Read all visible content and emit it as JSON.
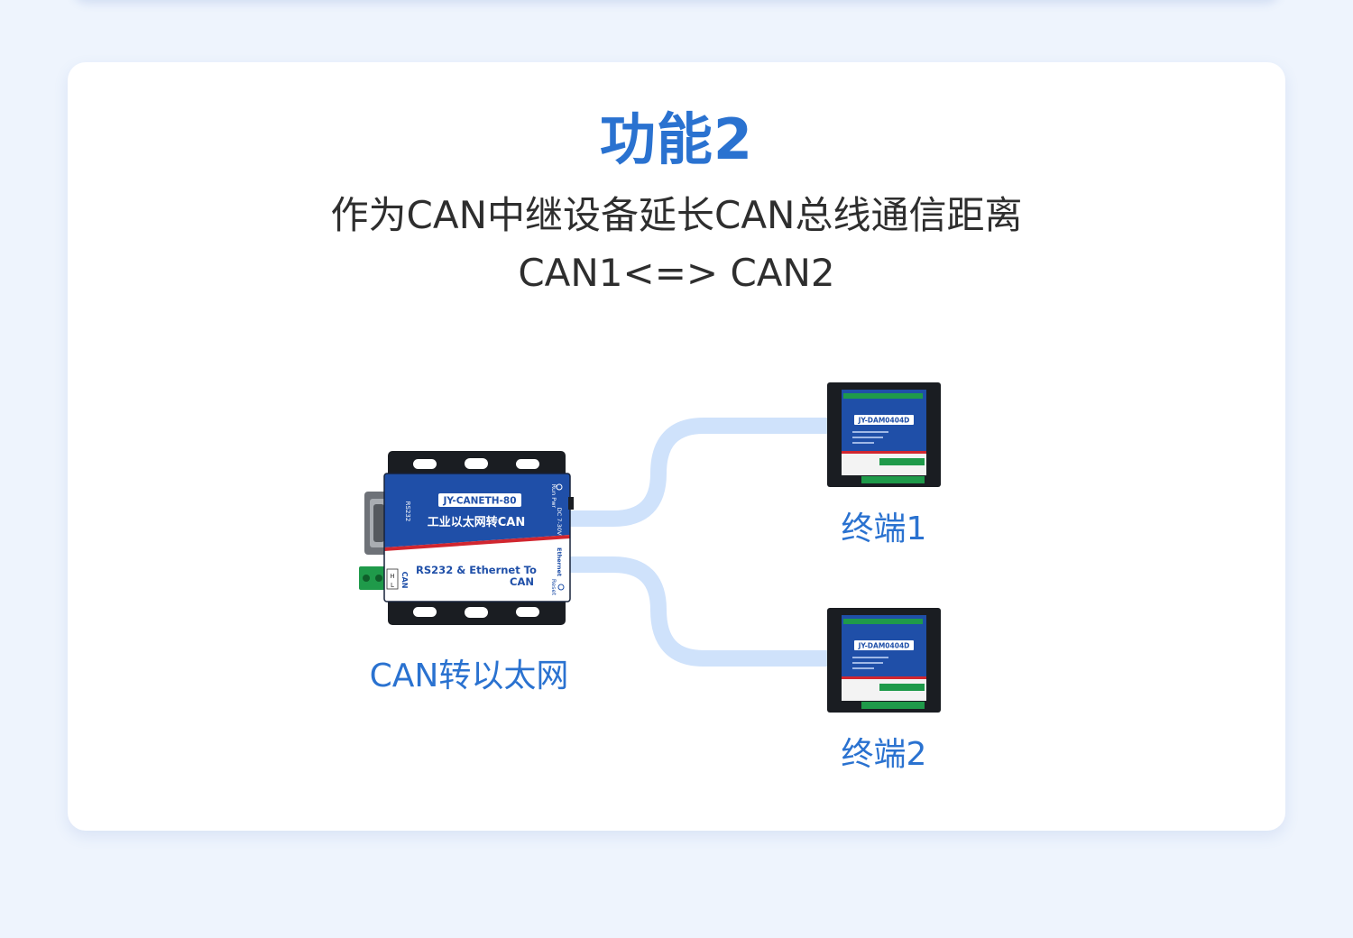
{
  "title": "功能2",
  "subtitle": "作为CAN中继设备延长CAN总线通信距离",
  "subtitle_line2": "CAN1<=> CAN2",
  "gateway": {
    "label": "CAN转以太网",
    "model": "JY-CANETH-80",
    "name_cn": "工业以太网转CAN",
    "desc_line1": "RS232 & Ethernet To",
    "desc_line2": "CAN",
    "port_rs232": "RS232",
    "port_can": "CAN",
    "port_can_h": "H",
    "port_can_l": "L",
    "side_runpwr": "Run Pwr",
    "side_dc": "DC 7-30V",
    "side_ethernet": "Ethernet",
    "side_reset": "Reset"
  },
  "terminals": [
    {
      "label": "终端1",
      "model": "JY-DAM0404D"
    },
    {
      "label": "终端2",
      "model": "JY-DAM0404D"
    }
  ],
  "colors": {
    "accent": "#2a72d0",
    "link": "#cfe2fb",
    "device_blue": "#1f4fa8",
    "device_red": "#d1262f"
  }
}
